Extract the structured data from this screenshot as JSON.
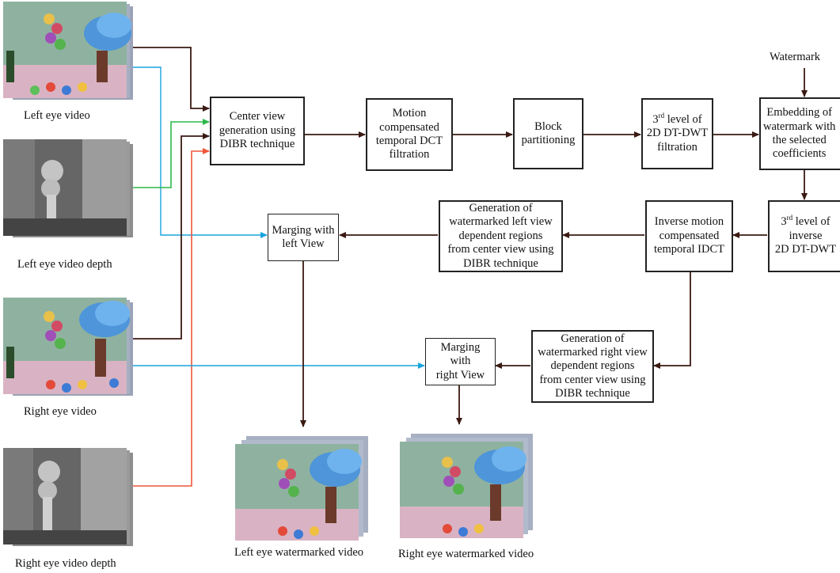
{
  "inputs": {
    "left_video": "Left eye video",
    "left_depth": "Left eye video depth",
    "right_video": "Right eye video",
    "right_depth": "Right eye video depth"
  },
  "outputs": {
    "left_watermarked": "Left eye watermarked video",
    "right_watermarked": "Right eye watermarked video"
  },
  "watermark_label": "Watermark",
  "blocks": {
    "center_view": "Center view\ngeneration using\nDIBR technique",
    "motion_dct": "Motion\ncompensated\ntemporal DCT\nfiltration",
    "block_part": "Block\npartitioning",
    "dtdwt_prefix": "3",
    "dtdwt_sup": "rd",
    "dtdwt_rest": " level of\n2D DT-DWT\nfiltration",
    "embedding": "Embedding of\nwatermark with\nthe selected\ncoefficients",
    "inv_dtdwt_prefix": "3",
    "inv_dtdwt_sup": "rd",
    "inv_dtdwt_rest": " level of\ninverse\n2D DT-DWT",
    "inv_dct": "Inverse motion\ncompensated\ntemporal IDCT",
    "gen_left": "Generation of\nwatermarked left view\ndependent regions\nfrom center view using\nDIBR technique",
    "merge_left": "Marging with\nleft View",
    "gen_right": "Generation of\nwatermarked right view\ndependent regions\nfrom center view using\nDIBR technique",
    "merge_right": "Marging with\nright View"
  },
  "colors": {
    "arrow": "#3a1a12",
    "depth_left_line": "#2db84a",
    "depth_right_line": "#f0553a",
    "right_eye_line": "#1aa3dd"
  }
}
